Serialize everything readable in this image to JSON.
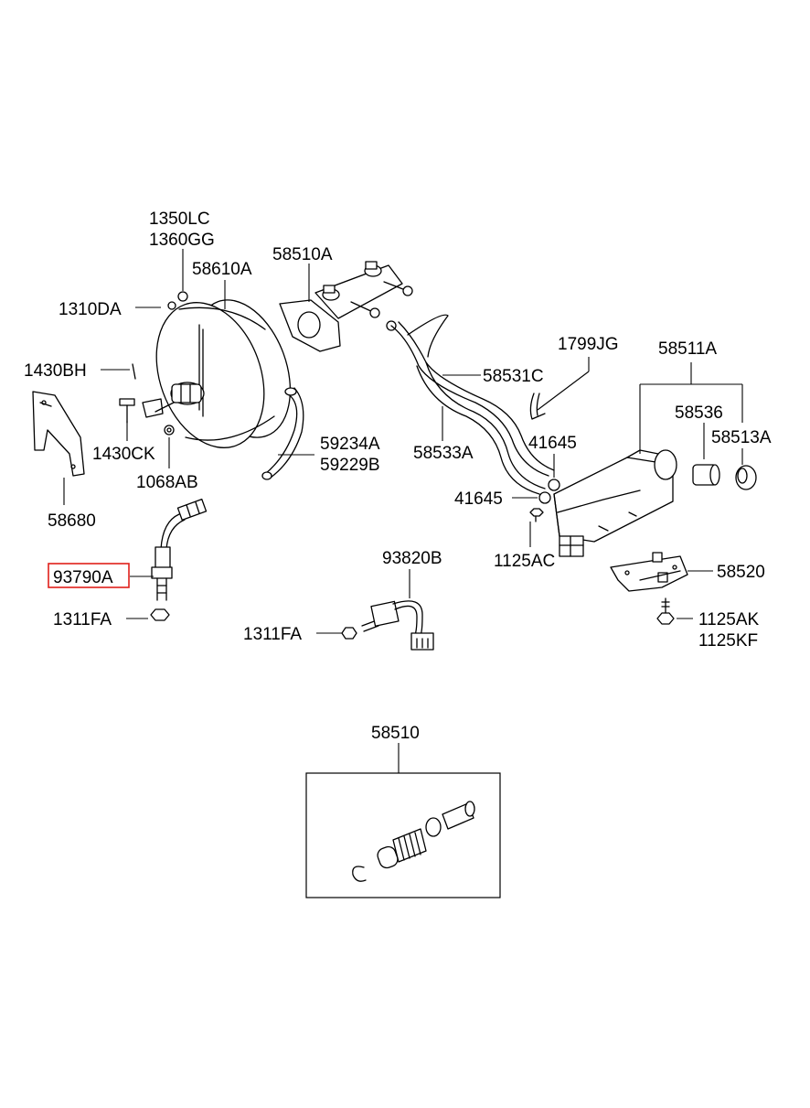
{
  "parts": {
    "p1350LC": "1350LC",
    "p1360GG": "1360GG",
    "p58610A": "58610A",
    "p1310DA": "1310DA",
    "p1430BH": "1430BH",
    "p1430CK": "1430CK",
    "p1068AB": "1068AB",
    "p58680": "58680",
    "p93790A": "93790A",
    "p1311FA_left": "1311FA",
    "p58510A": "58510A",
    "p59234A": "59234A",
    "p59229B": "59229B",
    "p58531C": "58531C",
    "p58533A": "58533A",
    "p1799JG": "1799JG",
    "p58511A": "58511A",
    "p58536": "58536",
    "p58513A": "58513A",
    "p41645_a": "41645",
    "p41645_b": "41645",
    "p1125AC": "1125AC",
    "p58520": "58520",
    "p1125AK": "1125AK",
    "p1125KF": "1125KF",
    "p93820B": "93820B",
    "p1311FA_mid": "1311FA",
    "p58510": "58510"
  },
  "highlight": {
    "part": "93790A",
    "color": "#e0201a"
  }
}
